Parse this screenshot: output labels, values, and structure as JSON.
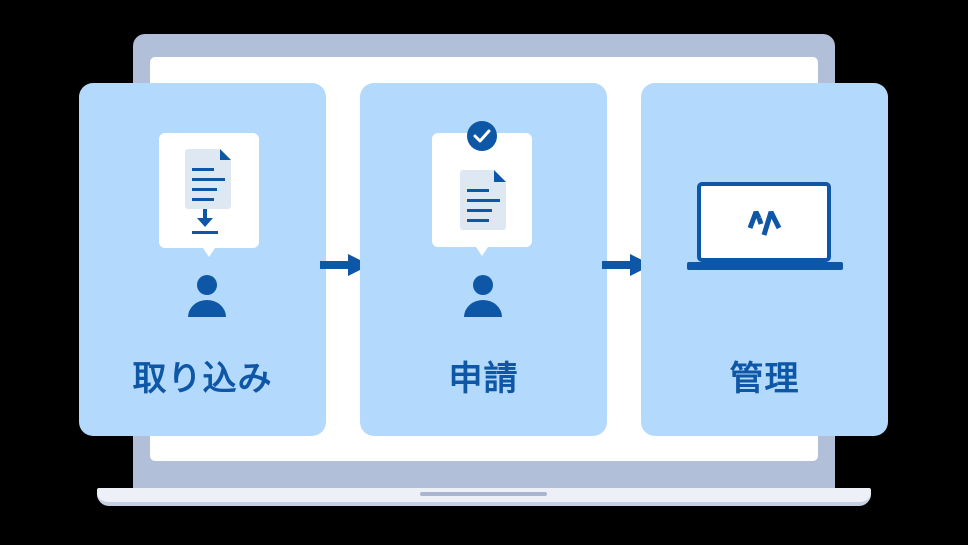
{
  "colors": {
    "card_bg": "#b3d9fc",
    "accent": "#0e56a6",
    "doc_bg": "#dde8f3",
    "laptop_bezel": "#b2bfd8",
    "background": "#000000"
  },
  "steps": [
    {
      "label": "取り込み",
      "icons": [
        "document-icon",
        "download-icon",
        "user-icon"
      ]
    },
    {
      "label": "申請",
      "icons": [
        "check-circle-icon",
        "document-icon",
        "user-icon"
      ]
    },
    {
      "label": "管理",
      "icons": [
        "laptop-icon",
        "brand-logo-icon"
      ]
    }
  ],
  "connectors": [
    "arrow-right-icon",
    "arrow-right-icon"
  ]
}
